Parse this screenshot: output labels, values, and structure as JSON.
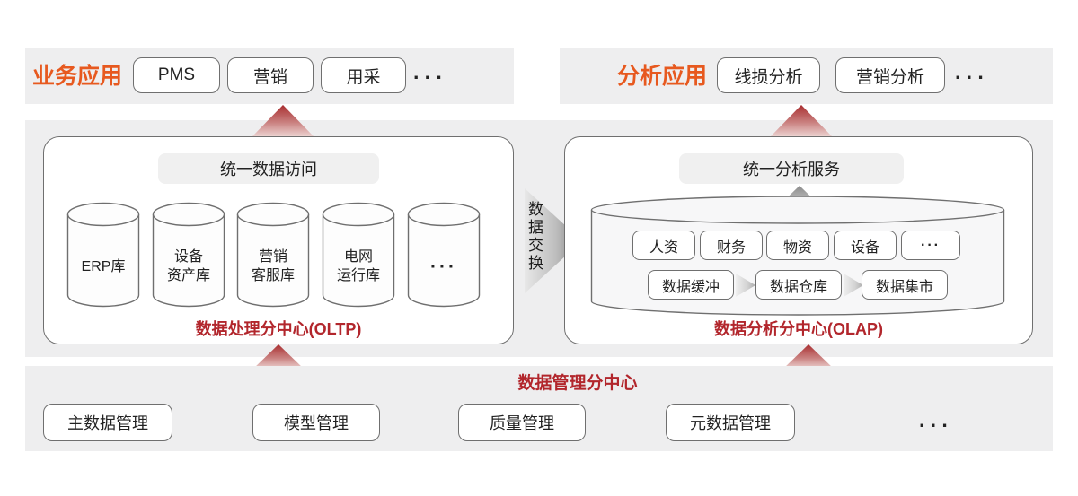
{
  "colors": {
    "accent_orange": "#e7591f",
    "accent_red": "#b2262c",
    "band_gray": "#eeeeef",
    "border_gray": "#6f6f6f"
  },
  "top_left_band": {
    "title": "业务应用",
    "items": [
      "PMS",
      "营销",
      "用采"
    ],
    "more": "···"
  },
  "top_right_band": {
    "title": "分析应用",
    "items": [
      "线损分析",
      "营销分析"
    ],
    "more": "···"
  },
  "oltp": {
    "header": "统一数据访问",
    "cylinders": [
      "ERP库",
      "设备\n资产库",
      "营销\n客服库",
      "电网\n运行库",
      "···"
    ],
    "caption": "数据处理分中心(OLTP)"
  },
  "exchange": {
    "label": "数据交换"
  },
  "olap": {
    "header": "统一分析服务",
    "chips_row1": [
      "人资",
      "财务",
      "物资",
      "设备",
      "···"
    ],
    "chips_row2": [
      "数据缓冲",
      "数据仓库",
      "数据集市"
    ],
    "caption": "数据分析分中心(OLAP)"
  },
  "bottom_band": {
    "title": "数据管理分中心",
    "items": [
      "主数据管理",
      "模型管理",
      "质量管理",
      "元数据管理"
    ],
    "more": "···"
  }
}
